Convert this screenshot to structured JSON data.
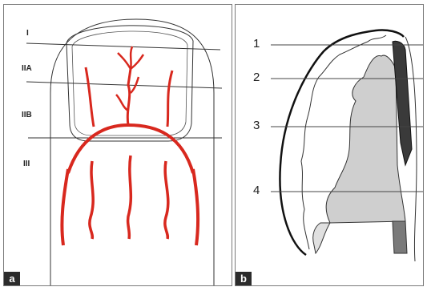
{
  "panel_a": {
    "tag": "a",
    "zones": [
      "I",
      "IIA",
      "IIB",
      "III"
    ]
  },
  "panel_b": {
    "tag": "b",
    "levels": [
      "1",
      "2",
      "3",
      "4"
    ]
  },
  "colors": {
    "vessel": "#d8281e",
    "outline": "#222222",
    "tissue_fill": "#cfcfcf",
    "tissue_dark": "#7a7a7a"
  }
}
